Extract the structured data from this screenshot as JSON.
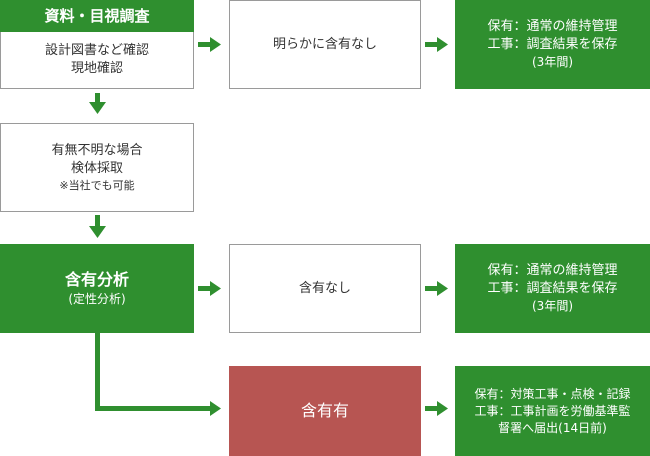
{
  "nodes": {
    "survey": {
      "header": "資料・目視調査",
      "lines": [
        "設計図書など確認",
        "現地確認"
      ]
    },
    "unclear": {
      "lines": [
        "有無不明な場合",
        "検体採取"
      ],
      "note": "※当社でも可能"
    },
    "analysis": {
      "title": "含有分析",
      "subtitle": "(定性分析)"
    },
    "clearly_none": {
      "label": "明らかに含有なし"
    },
    "none": {
      "label": "含有なし"
    },
    "present": {
      "label": "含有有"
    },
    "result_clearly_none": {
      "lines": [
        "保有：通常の維持管理",
        "工事：調査結果を保存",
        "(3年間)"
      ]
    },
    "result_none": {
      "lines": [
        "保有：通常の維持管理",
        "工事：調査結果を保存",
        "(3年間)"
      ]
    },
    "result_present": {
      "lines": [
        "保有：対策工事・点検・記録",
        "工事：工事計画を労働基準監",
        "督署へ届出(14日前)"
      ]
    }
  },
  "colors": {
    "green": "#2f8f2f",
    "red": "#b75552",
    "border": "#9a9a9a"
  }
}
